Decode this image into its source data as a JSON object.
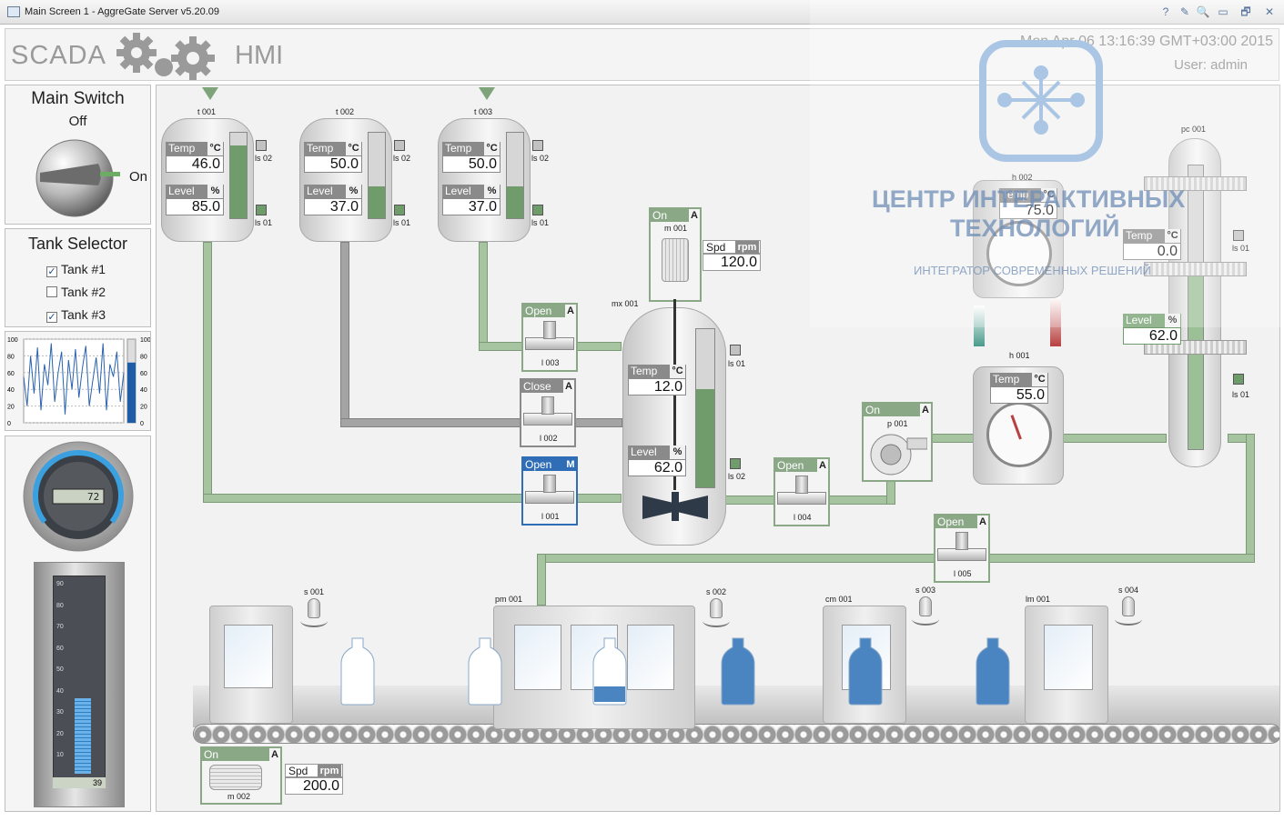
{
  "window": {
    "title": "Main Screen 1 - AggreGate Server v5.20.09",
    "buttons": [
      "?",
      "✎",
      "🔍",
      "▭",
      "🗗",
      "✕"
    ]
  },
  "header": {
    "logo_left": "SCADA",
    "logo_right": "HMI",
    "datetime": "Mon Apr 06 13:16:39 GMT+03:00 2015",
    "user_label": "User:",
    "user_name": "admin"
  },
  "main_switch": {
    "title": "Main Switch",
    "state": "Off",
    "on_label": "On"
  },
  "tank_selector": {
    "title": "Tank Selector",
    "items": [
      {
        "label": "Tank #1",
        "checked": true
      },
      {
        "label": "Tank #2",
        "checked": false
      },
      {
        "label": "Tank #3",
        "checked": true
      }
    ]
  },
  "trend": {
    "ticks": [
      "100",
      "80",
      "60",
      "40",
      "20",
      "0"
    ],
    "values": [
      55,
      20,
      80,
      35,
      90,
      15,
      70,
      45,
      95,
      25,
      60,
      85,
      10,
      75,
      40,
      88,
      30,
      65,
      92,
      20,
      50,
      78,
      35,
      95,
      15,
      70,
      55,
      85,
      25,
      60
    ],
    "bar_fraction": 0.72
  },
  "gauge": {
    "value": "72"
  },
  "level_meter": {
    "ticks": [
      "90",
      "80",
      "70",
      "60",
      "50",
      "40",
      "30",
      "20",
      "10"
    ],
    "value": "39",
    "fraction": 0.39
  },
  "tanks": [
    {
      "id": "t 001",
      "temp": "46.0",
      "level": "85.0",
      "fill": 0.85,
      "ls_hi": "ls 02",
      "ls_lo": "ls 01",
      "inlet": true
    },
    {
      "id": "t 002",
      "temp": "50.0",
      "level": "37.0",
      "fill": 0.37,
      "ls_hi": "ls 02",
      "ls_lo": "ls 01",
      "inlet": false
    },
    {
      "id": "t 003",
      "temp": "50.0",
      "level": "37.0",
      "fill": 0.37,
      "ls_hi": "ls 02",
      "ls_lo": "ls 01",
      "inlet": true
    }
  ],
  "units": {
    "temp_label": "Temp",
    "temp_unit": "°C",
    "level_label": "Level",
    "level_unit": "%",
    "spd_label": "Spd",
    "spd_unit": "rpm"
  },
  "mixer": {
    "id": "mx 001",
    "temp": "12.0",
    "level": "62.0",
    "fill": 0.62,
    "ls_hi": "ls 01",
    "ls_lo": "ls 02"
  },
  "motor_m001": {
    "id": "m 001",
    "state": "On",
    "mode": "A",
    "speed": "120.0"
  },
  "motor_m002": {
    "id": "m 002",
    "state": "On",
    "mode": "A",
    "speed": "200.0"
  },
  "valves": [
    {
      "id": "l 003",
      "state": "Open",
      "mode": "A",
      "style": "green"
    },
    {
      "id": "l 002",
      "state": "Close",
      "mode": "A",
      "style": "grey"
    },
    {
      "id": "l 001",
      "state": "Open",
      "mode": "M",
      "style": "blue"
    },
    {
      "id": "l 004",
      "state": "Open",
      "mode": "A",
      "style": "green"
    },
    {
      "id": "l 005",
      "state": "Open",
      "mode": "A",
      "style": "green"
    }
  ],
  "pump": {
    "id": "p 001",
    "state": "On",
    "mode": "A"
  },
  "heater_h002": {
    "id": "h 002",
    "temp": "75.0"
  },
  "heater_h001": {
    "id": "h 001",
    "temp": "55.0"
  },
  "column": {
    "id": "pc 001",
    "temp": "0.0",
    "level": "62.0",
    "fill": 0.62,
    "ls_hi": "ls 01",
    "ls_lo": "ls 01"
  },
  "sensors": [
    "s 001",
    "s 002",
    "s 003",
    "s 004"
  ],
  "stations": {
    "pm": "pm 001",
    "cm": "cm 001",
    "lm": "lm 001"
  },
  "watermark": {
    "line1": "ЦЕНТР ИНТЕРАКТИВНЫХ",
    "line2": "ТЕХНОЛОГИЙ",
    "line3": "ИНТЕГРАТОР СОВРЕМЕННЫХ РЕШЕНИЙ"
  },
  "colors": {
    "green_fill": "#6f9c6a",
    "pipe_green": "#a7c4a1",
    "accent_blue": "#2f6eb6",
    "water_blue": "#4a85c2"
  }
}
